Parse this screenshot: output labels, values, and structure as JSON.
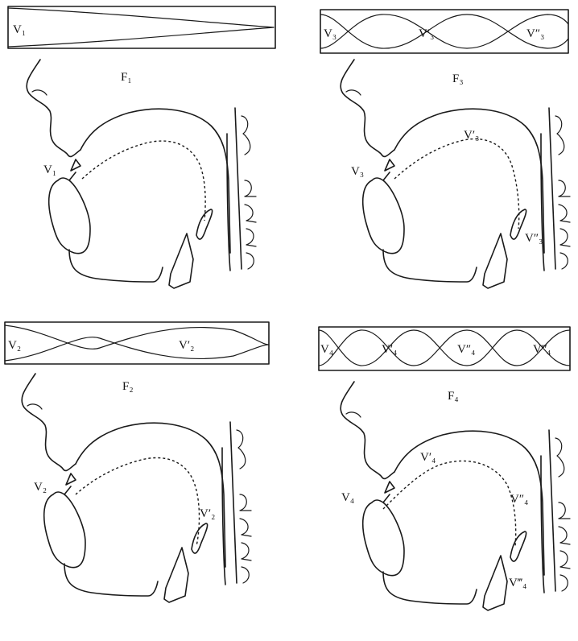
{
  "panels": [
    {
      "id": "f1",
      "caption": "F₁",
      "tube_labels": [
        "V₁"
      ],
      "head_labels": [
        "V₁"
      ]
    },
    {
      "id": "f3",
      "caption": "F₃",
      "tube_labels": [
        "V₃",
        "V′₃",
        "V″₃"
      ],
      "head_labels": [
        "V₃",
        "V′₃",
        "V″₃"
      ]
    },
    {
      "id": "f2",
      "caption": "F₂",
      "tube_labels": [
        "V₂",
        "V′₂"
      ],
      "head_labels": [
        "V₂",
        "V′₂"
      ]
    },
    {
      "id": "f4",
      "caption": "F₄",
      "tube_labels": [
        "V₄",
        "V′₄",
        "V″₄",
        "V‴₄"
      ],
      "head_labels": [
        "V₄",
        "V′₄",
        "V″₄",
        "V‴₄"
      ]
    }
  ]
}
